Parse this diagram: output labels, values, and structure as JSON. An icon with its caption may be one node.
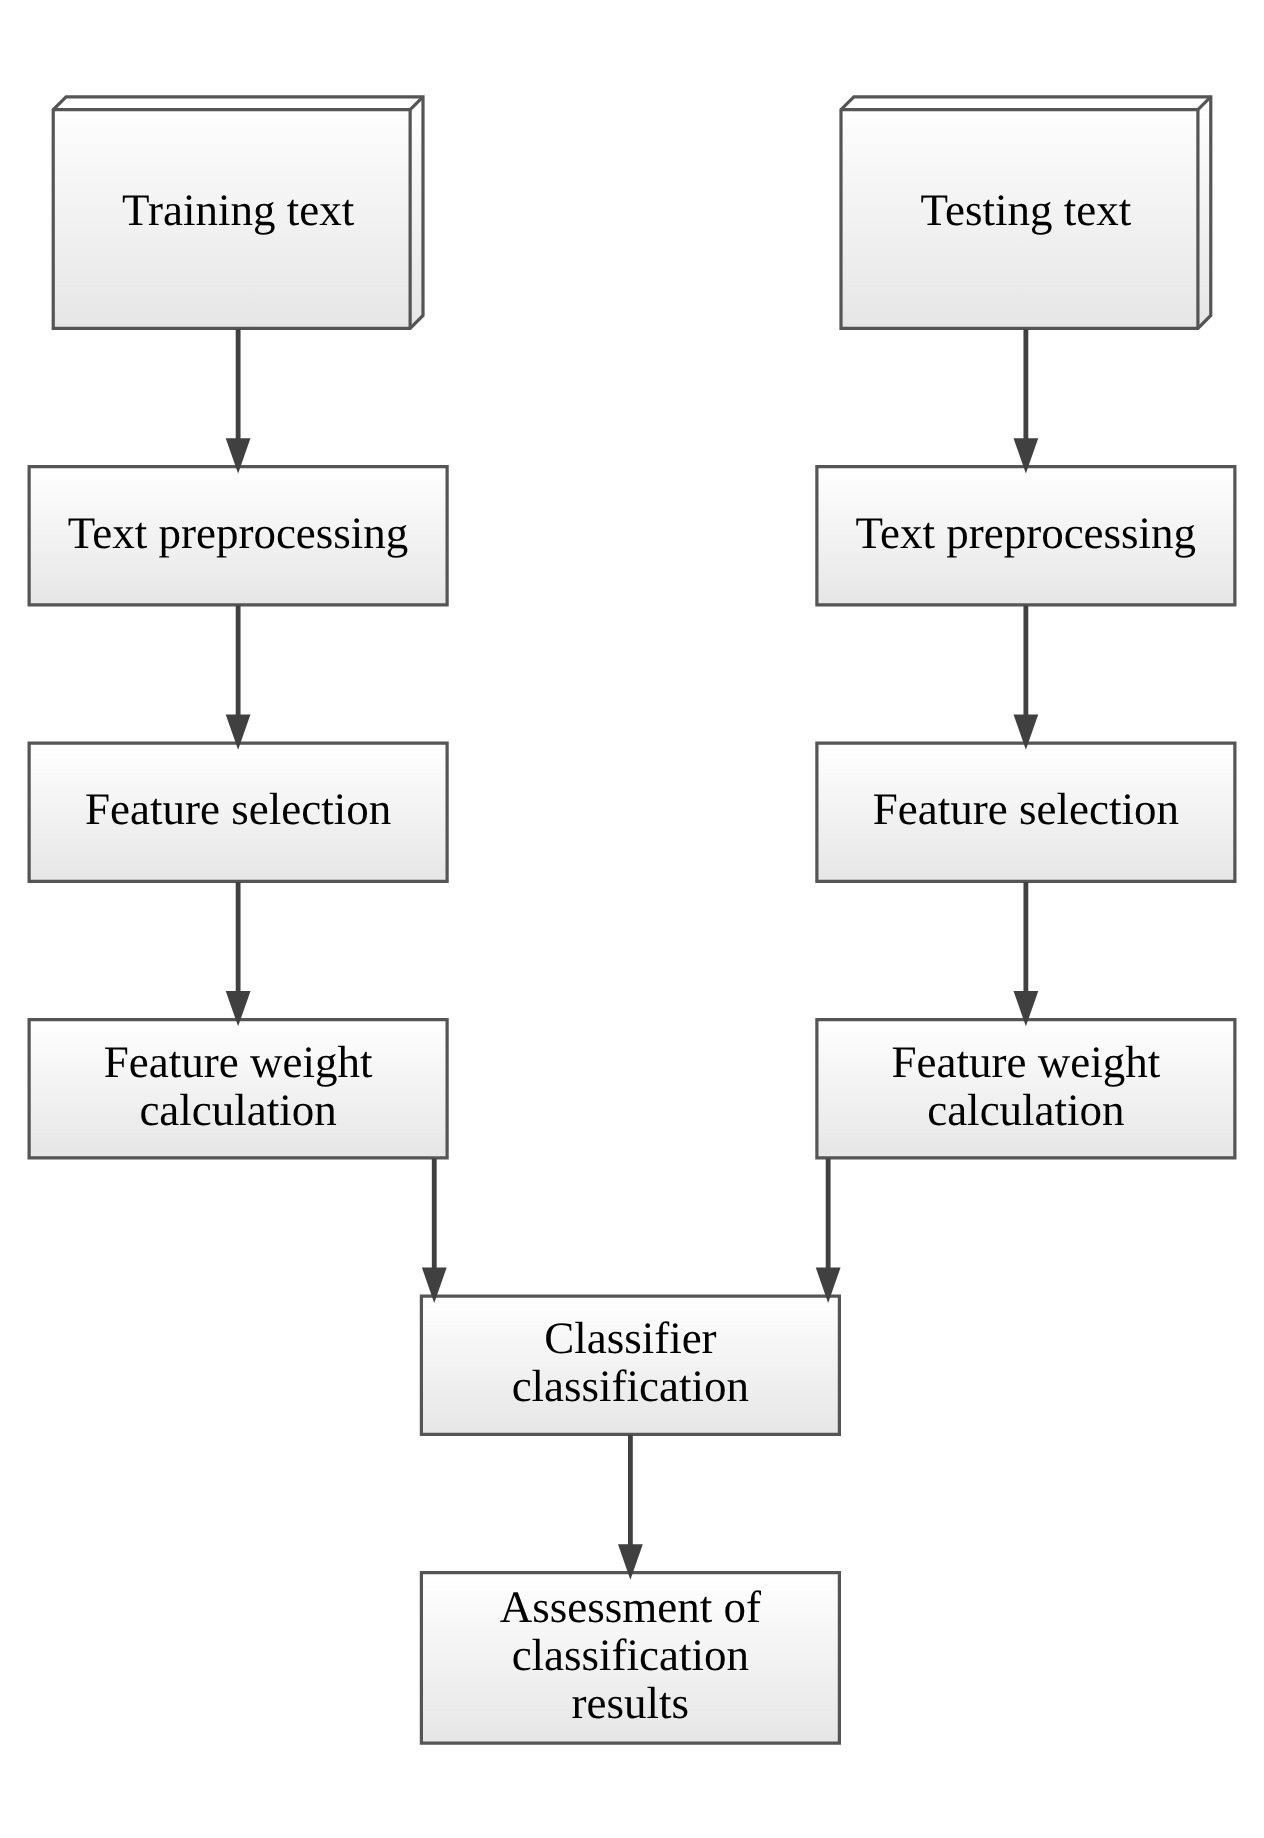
{
  "diagram": {
    "nodes": [
      {
        "text": [
          "Training text"
        ]
      },
      {
        "text": [
          "Testing text"
        ]
      },
      {
        "text": [
          "Text preprocessing"
        ]
      },
      {
        "text": [
          "Text preprocessing"
        ]
      },
      {
        "text": [
          "Feature selection"
        ]
      },
      {
        "text": [
          "Feature selection"
        ]
      },
      {
        "text": [
          "Feature weight calculation"
        ]
      },
      {
        "text": [
          "Feature weight calculation"
        ]
      },
      {
        "text": [
          "Classifier classification"
        ]
      },
      {
        "text": [
          "Assessment of classification results"
        ]
      }
    ],
    "edges": [
      {
        "from": 0,
        "to": 2,
        "arrow": "to"
      },
      {
        "from": 2,
        "to": 4,
        "arrow": "to"
      },
      {
        "from": 4,
        "to": 6,
        "arrow": "to"
      },
      {
        "from": 1,
        "to": 3,
        "arrow": "to"
      },
      {
        "from": 3,
        "to": 5,
        "arrow": "to"
      },
      {
        "from": 5,
        "to": 7,
        "arrow": "to"
      },
      {
        "from": 6,
        "to": 8,
        "arrow": "to"
      },
      {
        "from": 7,
        "to": 8,
        "arrow": "to"
      },
      {
        "from": 8,
        "to": 9,
        "arrow": "to"
      }
    ]
  }
}
